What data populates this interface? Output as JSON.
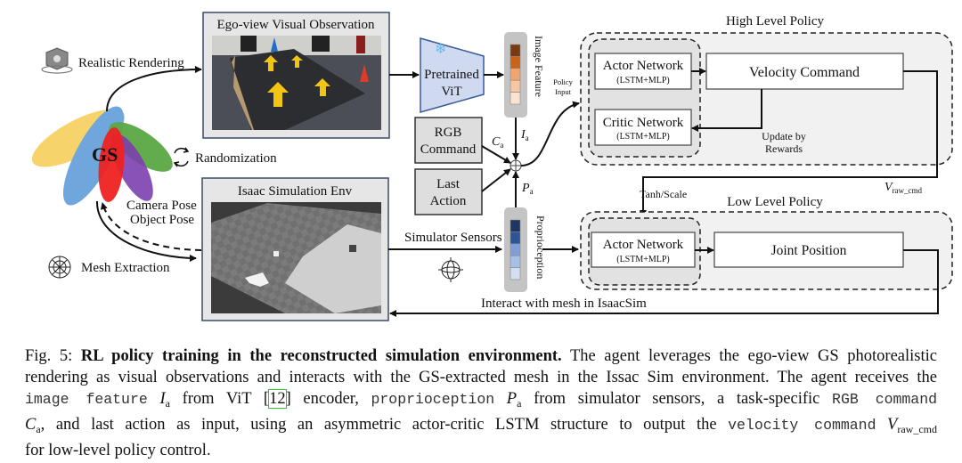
{
  "diagram": {
    "left": {
      "gs_label": "GS",
      "realistic_rendering": "Realistic Rendering",
      "randomization": "Randomization",
      "camera_pose": "Camera Pose",
      "object_pose": "Object Pose",
      "mesh_extraction": "Mesh Extraction",
      "gs_colors": [
        "#f6d36b",
        "#6fa6dc",
        "#ee2222",
        "#7c3fae",
        "#5aa845"
      ]
    },
    "ego_view": {
      "title": "Ego-view Visual Observation"
    },
    "isaac": {
      "title": "Isaac Simulation Env"
    },
    "vit": {
      "line1": "Pretrained",
      "line2": "ViT"
    },
    "image_feature": {
      "label": "Image Feature",
      "colors": [
        "#7a3a0f",
        "#c8631c",
        "#f0a46e",
        "#f7c7a5",
        "#fbe3d3"
      ]
    },
    "proprioception": {
      "label": "Proprioception",
      "colors": [
        "#1f3563",
        "#2f5397",
        "#7f9fd6",
        "#a8bfe6",
        "#d3def3"
      ]
    },
    "rgb_command": {
      "line1": "RGB",
      "line2": "Command"
    },
    "last_action": {
      "line1": "Last",
      "line2": "Action"
    },
    "symbols": {
      "I": "I",
      "C": "C",
      "P": "P",
      "a": "a",
      "V": "V",
      "raw_cmd": "raw_cmd"
    },
    "policy_input": {
      "line1": "Policy",
      "line2": "Input"
    },
    "simulator_sensors": "Simulator Sensors",
    "interact_text": "Interact with mesh in IsaacSim",
    "high_level": {
      "title": "High Level Policy",
      "actor": "Actor Network",
      "actor_sub": "(LSTM+MLP)",
      "critic": "Critic Network",
      "critic_sub": "(LSTM+MLP)",
      "velocity": "Velocity Command",
      "update1": "Update by",
      "update2": "Rewards"
    },
    "tanh_scale": "Tanh/Scale",
    "low_level": {
      "title": "Low Level Policy",
      "actor": "Actor Network",
      "actor_sub": "(LSTM+MLP)",
      "joint": "Joint Position"
    }
  },
  "caption": {
    "lines": [
      [
        {
          "t": "Fig. 5: ",
          "s": "n"
        },
        {
          "t": "RL policy training in the reconstructed simulation environment.",
          "s": "b"
        },
        {
          "t": " The agent leverages the ego-view GS photorealistic",
          "s": "n"
        }
      ],
      [
        {
          "t": "rendering as visual observations and interacts with the GS-extracted mesh in the Issac Sim environment. The agent receives the",
          "s": "n"
        }
      ],
      [
        {
          "t": "image feature",
          "s": "m"
        },
        {
          "t": " ",
          "s": "n"
        },
        {
          "t": "I",
          "s": "i"
        },
        {
          "t": "a",
          "s": "sub"
        },
        {
          "t": " from ViT [",
          "s": "n"
        },
        {
          "t": "12",
          "s": "link"
        },
        {
          "t": "] encoder, ",
          "s": "n"
        },
        {
          "t": "proprioception",
          "s": "m"
        },
        {
          "t": " ",
          "s": "n"
        },
        {
          "t": "P",
          "s": "i"
        },
        {
          "t": "a",
          "s": "sub"
        },
        {
          "t": " from simulator sensors, a task-specific ",
          "s": "n"
        },
        {
          "t": "RGB command",
          "s": "m"
        }
      ],
      [
        {
          "t": "C",
          "s": "i"
        },
        {
          "t": "a",
          "s": "sub"
        },
        {
          "t": ", and last action as input, using an asymmetric actor-critic LSTM structure to output the ",
          "s": "n"
        },
        {
          "t": "velocity command",
          "s": "m"
        },
        {
          "t": " ",
          "s": "n"
        },
        {
          "t": "V",
          "s": "i"
        },
        {
          "t": "raw_cmd",
          "s": "sub"
        }
      ],
      [
        {
          "t": "for low-level policy control.",
          "s": "n"
        }
      ]
    ]
  }
}
